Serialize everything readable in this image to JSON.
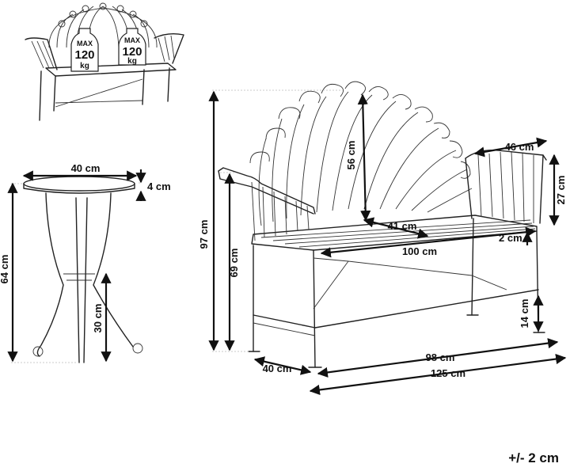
{
  "weight_badges": [
    {
      "line1": "MAX",
      "line2": "120",
      "line3": "kg"
    },
    {
      "line1": "MAX",
      "line2": "120",
      "line3": "kg"
    }
  ],
  "table_dims": {
    "top_diameter": "40 cm",
    "top_thickness": "4 cm",
    "height": "64 cm",
    "lower_height": "30 cm"
  },
  "bench_dims": {
    "total_height": "97 cm",
    "arm_height": "69 cm",
    "back_height": "56 cm",
    "seat_depth": "41 cm",
    "seat_width": "100 cm",
    "slat": "2 cm",
    "arm_length": "46 cm",
    "arm_rest_height": "27 cm",
    "foot_clearance": "14 cm",
    "leg_span": "98 cm",
    "total_width": "125 cm",
    "depth": "40 cm"
  },
  "tolerance": "+/- 2 cm"
}
